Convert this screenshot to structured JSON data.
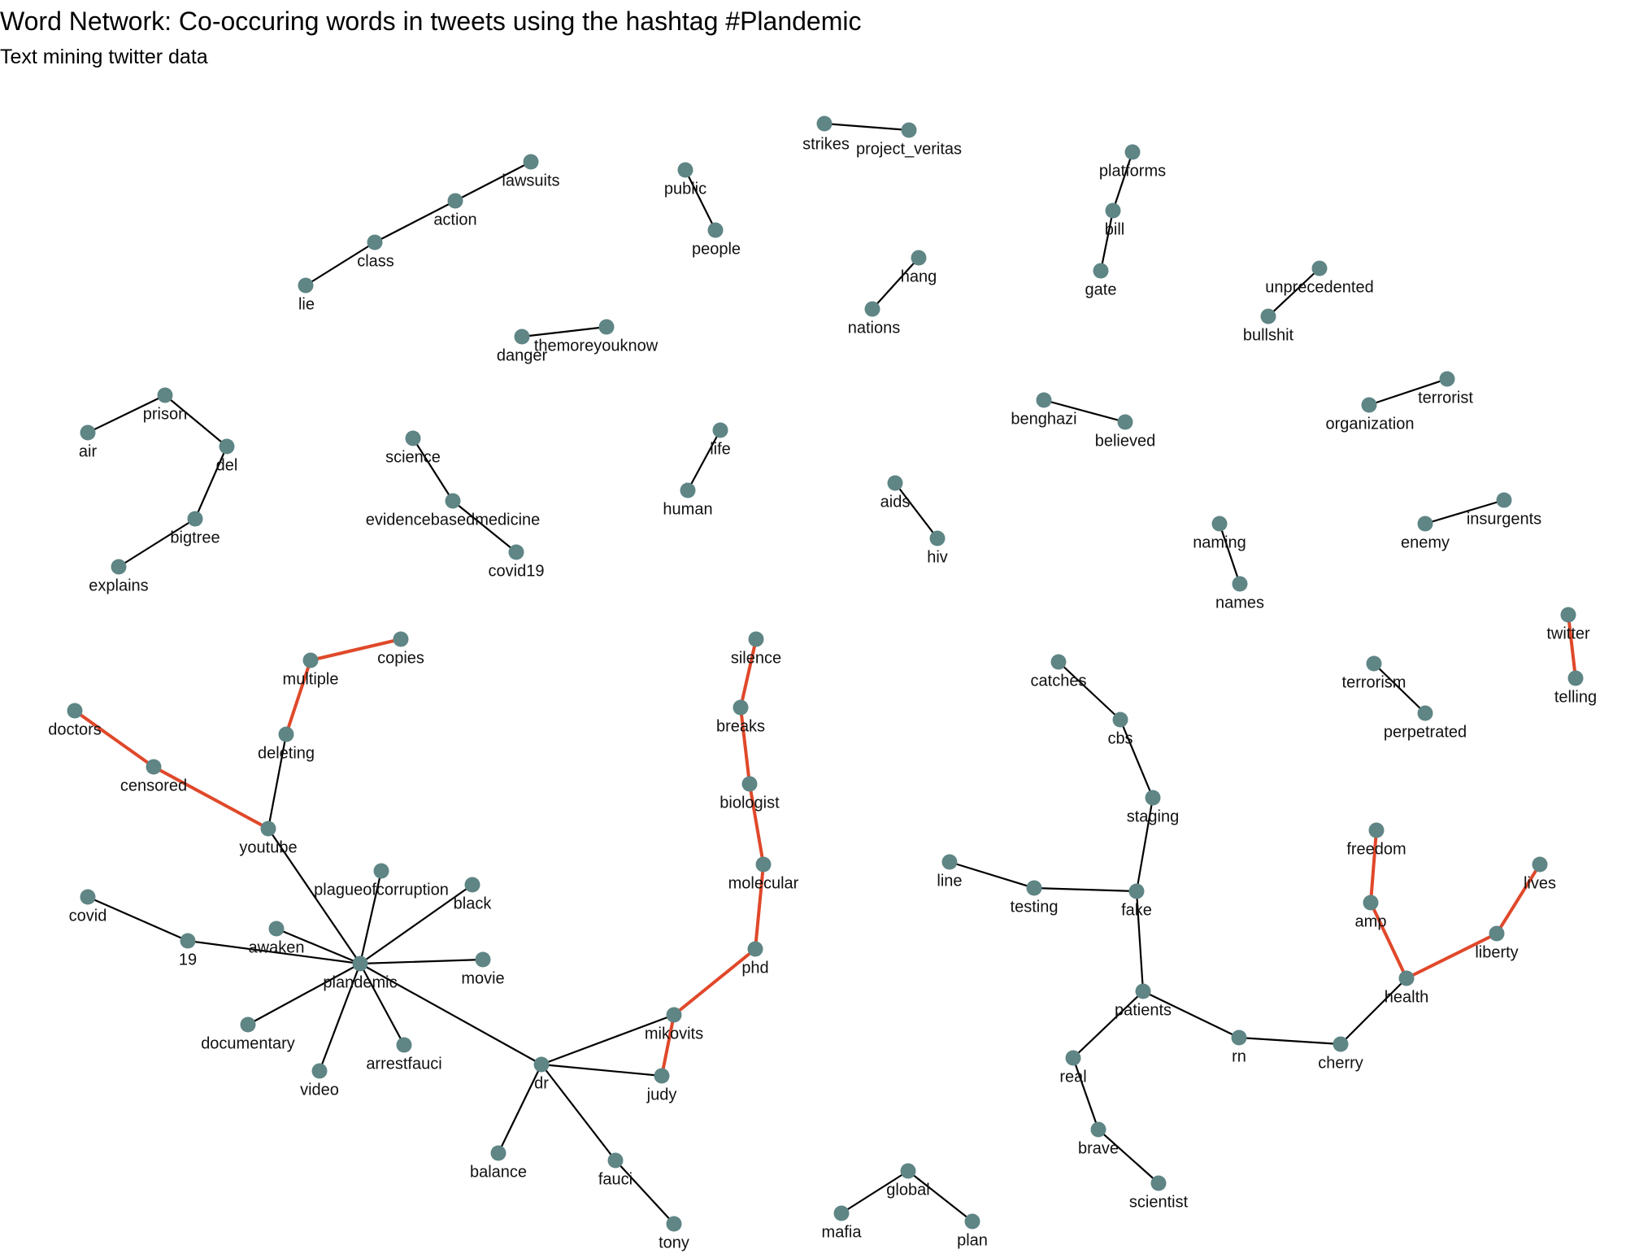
{
  "title": "Word Network: Co-occuring words in tweets using the hashtag #Plandemic",
  "subtitle": "Text mining twitter data",
  "colors": {
    "node": "#5f8585",
    "edge": "#000000",
    "highlight": "#e0482a",
    "background": "#ffffff"
  },
  "nodes": [
    {
      "id": "strikes"
    },
    {
      "id": "project_veritas"
    },
    {
      "id": "lawsuits"
    },
    {
      "id": "action"
    },
    {
      "id": "class"
    },
    {
      "id": "lie"
    },
    {
      "id": "public"
    },
    {
      "id": "people"
    },
    {
      "id": "platforms"
    },
    {
      "id": "bill"
    },
    {
      "id": "gate"
    },
    {
      "id": "hang"
    },
    {
      "id": "nations"
    },
    {
      "id": "unprecedented"
    },
    {
      "id": "bullshit"
    },
    {
      "id": "themoreyouknow"
    },
    {
      "id": "danger"
    },
    {
      "id": "terrorist"
    },
    {
      "id": "organization"
    },
    {
      "id": "prison"
    },
    {
      "id": "air"
    },
    {
      "id": "del"
    },
    {
      "id": "bigtree"
    },
    {
      "id": "explains"
    },
    {
      "id": "benghazi"
    },
    {
      "id": "believed"
    },
    {
      "id": "science"
    },
    {
      "id": "evidencebasedmedicine"
    },
    {
      "id": "covid19"
    },
    {
      "id": "life"
    },
    {
      "id": "human"
    },
    {
      "id": "aids"
    },
    {
      "id": "hiv"
    },
    {
      "id": "insurgents"
    },
    {
      "id": "enemy"
    },
    {
      "id": "naming"
    },
    {
      "id": "names"
    },
    {
      "id": "twitter"
    },
    {
      "id": "telling"
    },
    {
      "id": "terrorism"
    },
    {
      "id": "perpetrated"
    },
    {
      "id": "copies"
    },
    {
      "id": "multiple"
    },
    {
      "id": "deleting"
    },
    {
      "id": "youtube"
    },
    {
      "id": "doctors"
    },
    {
      "id": "censored"
    },
    {
      "id": "silence"
    },
    {
      "id": "breaks"
    },
    {
      "id": "biologist"
    },
    {
      "id": "molecular"
    },
    {
      "id": "phd"
    },
    {
      "id": "mikovits"
    },
    {
      "id": "judy"
    },
    {
      "id": "dr"
    },
    {
      "id": "catches"
    },
    {
      "id": "cbs"
    },
    {
      "id": "staging"
    },
    {
      "id": "fake"
    },
    {
      "id": "line"
    },
    {
      "id": "testing"
    },
    {
      "id": "patients"
    },
    {
      "id": "rn"
    },
    {
      "id": "cherry"
    },
    {
      "id": "health"
    },
    {
      "id": "freedom"
    },
    {
      "id": "amp"
    },
    {
      "id": "lives"
    },
    {
      "id": "liberty"
    },
    {
      "id": "real"
    },
    {
      "id": "brave"
    },
    {
      "id": "scientist"
    },
    {
      "id": "plagueofcorruption"
    },
    {
      "id": "black"
    },
    {
      "id": "plandemic"
    },
    {
      "id": "covid"
    },
    {
      "id": "19"
    },
    {
      "id": "awaken"
    },
    {
      "id": "movie"
    },
    {
      "id": "documentary"
    },
    {
      "id": "arrestfauci"
    },
    {
      "id": "video"
    },
    {
      "id": "balance"
    },
    {
      "id": "fauci"
    },
    {
      "id": "tony"
    },
    {
      "id": "global"
    },
    {
      "id": "mafia"
    },
    {
      "id": "plan"
    }
  ],
  "edges": [
    [
      "strikes",
      "project_veritas",
      false
    ],
    [
      "lawsuits",
      "action",
      false
    ],
    [
      "action",
      "class",
      false
    ],
    [
      "class",
      "lie",
      false
    ],
    [
      "public",
      "people",
      false
    ],
    [
      "platforms",
      "bill",
      false
    ],
    [
      "bill",
      "gate",
      false
    ],
    [
      "hang",
      "nations",
      false
    ],
    [
      "unprecedented",
      "bullshit",
      false
    ],
    [
      "themoreyouknow",
      "danger",
      false
    ],
    [
      "terrorist",
      "organization",
      false
    ],
    [
      "air",
      "prison",
      false
    ],
    [
      "prison",
      "del",
      false
    ],
    [
      "del",
      "bigtree",
      false
    ],
    [
      "bigtree",
      "explains",
      false
    ],
    [
      "benghazi",
      "believed",
      false
    ],
    [
      "science",
      "evidencebasedmedicine",
      false
    ],
    [
      "evidencebasedmedicine",
      "covid19",
      false
    ],
    [
      "life",
      "human",
      false
    ],
    [
      "aids",
      "hiv",
      false
    ],
    [
      "insurgents",
      "enemy",
      false
    ],
    [
      "naming",
      "names",
      false
    ],
    [
      "twitter",
      "telling",
      true
    ],
    [
      "terrorism",
      "perpetrated",
      false
    ],
    [
      "copies",
      "multiple",
      true
    ],
    [
      "multiple",
      "deleting",
      true
    ],
    [
      "deleting",
      "youtube",
      false
    ],
    [
      "doctors",
      "censored",
      true
    ],
    [
      "censored",
      "youtube",
      true
    ],
    [
      "youtube",
      "plandemic",
      false
    ],
    [
      "silence",
      "breaks",
      true
    ],
    [
      "breaks",
      "biologist",
      true
    ],
    [
      "biologist",
      "molecular",
      true
    ],
    [
      "molecular",
      "phd",
      true
    ],
    [
      "phd",
      "mikovits",
      true
    ],
    [
      "mikovits",
      "judy",
      true
    ],
    [
      "mikovits",
      "dr",
      false
    ],
    [
      "judy",
      "dr",
      false
    ],
    [
      "catches",
      "cbs",
      false
    ],
    [
      "cbs",
      "staging",
      false
    ],
    [
      "staging",
      "fake",
      false
    ],
    [
      "line",
      "testing",
      false
    ],
    [
      "testing",
      "fake",
      false
    ],
    [
      "fake",
      "patients",
      false
    ],
    [
      "patients",
      "rn",
      false
    ],
    [
      "rn",
      "cherry",
      false
    ],
    [
      "cherry",
      "health",
      false
    ],
    [
      "freedom",
      "amp",
      true
    ],
    [
      "amp",
      "health",
      true
    ],
    [
      "health",
      "liberty",
      true
    ],
    [
      "liberty",
      "lives",
      true
    ],
    [
      "patients",
      "real",
      false
    ],
    [
      "real",
      "brave",
      false
    ],
    [
      "brave",
      "scientist",
      false
    ],
    [
      "plandemic",
      "plagueofcorruption",
      false
    ],
    [
      "plandemic",
      "black",
      false
    ],
    [
      "covid",
      "19",
      false
    ],
    [
      "19",
      "plandemic",
      false
    ],
    [
      "awaken",
      "plandemic",
      false
    ],
    [
      "plandemic",
      "movie",
      false
    ],
    [
      "plandemic",
      "documentary",
      false
    ],
    [
      "plandemic",
      "arrestfauci",
      false
    ],
    [
      "plandemic",
      "video",
      false
    ],
    [
      "plandemic",
      "dr",
      false
    ],
    [
      "dr",
      "balance",
      false
    ],
    [
      "dr",
      "fauci",
      false
    ],
    [
      "fauci",
      "tony",
      false
    ],
    [
      "global",
      "mafia",
      false
    ],
    [
      "global",
      "plan",
      false
    ]
  ]
}
